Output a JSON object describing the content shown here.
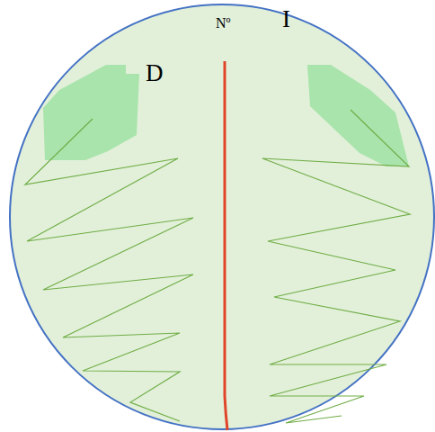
{
  "diagram": {
    "labels": [
      "Nº",
      "D",
      "I"
    ]
  }
}
